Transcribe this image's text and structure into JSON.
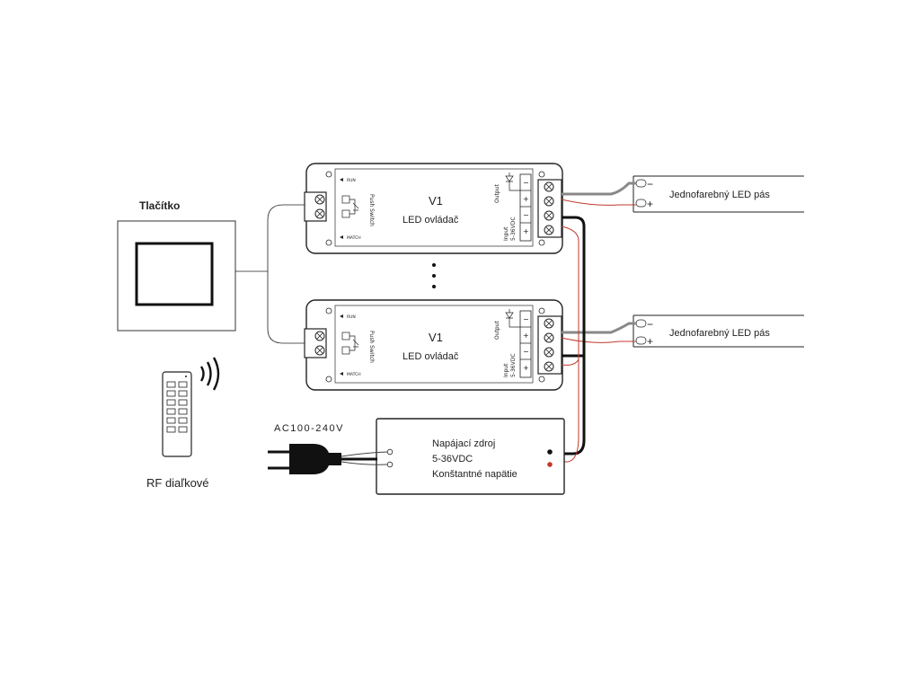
{
  "button": {
    "title": "Tlačítko"
  },
  "remote": {
    "label": "RF diaľkové"
  },
  "controller": {
    "id": "V1",
    "name": "LED ovládač",
    "run": "RUN",
    "match": "MATCH",
    "push_switch": "Push Switch",
    "output": "Output",
    "input": "Input",
    "input_range": "5-36VDC"
  },
  "led_strip": {
    "label": "Jednofarebný LED pás",
    "minus": "−",
    "plus": "+"
  },
  "ac": {
    "label": "AC100-240V"
  },
  "psu": {
    "line1": "Napájací zdroj",
    "line2": "5-36VDC",
    "line3": "Konštantné napätie"
  },
  "ellipsis": "⋮",
  "colors": {
    "line": "#222222",
    "red_wire": "#c0392b",
    "black_wire": "#111111",
    "grey_wire": "#888888"
  }
}
